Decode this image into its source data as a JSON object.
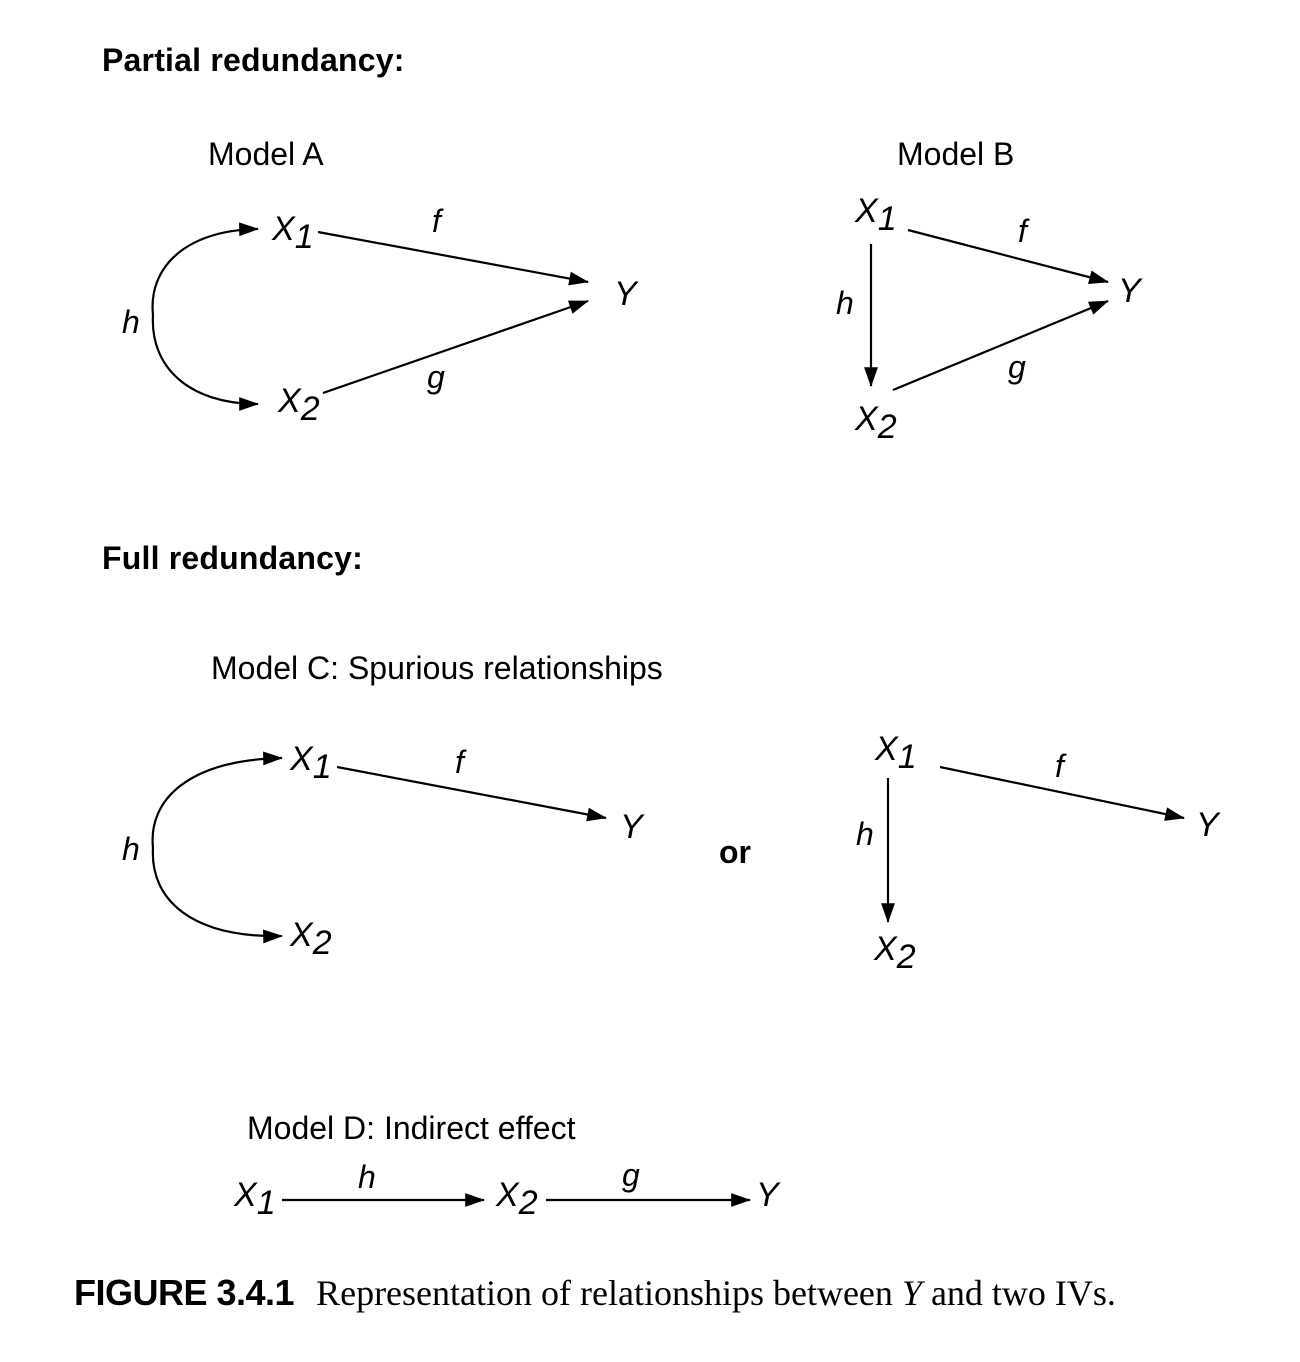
{
  "sections": {
    "partial": {
      "heading": "Partial redundancy:"
    },
    "full": {
      "heading": "Full redundancy:"
    }
  },
  "models": {
    "a": {
      "title": "Model A"
    },
    "b": {
      "title": "Model B"
    },
    "c": {
      "title": "Model C: Spurious relationships",
      "or_label": "or"
    },
    "d": {
      "title": "Model D: Indirect effect"
    }
  },
  "variables": {
    "x": "X",
    "sub1": "1",
    "sub2": "2",
    "y": "Y"
  },
  "paths": {
    "f": "f",
    "g": "g",
    "h": "h"
  },
  "caption": {
    "number": "FIGURE 3.4.1",
    "text_before": "Representation of relationships between ",
    "text_var": "Y",
    "text_after": " and two IVs."
  }
}
